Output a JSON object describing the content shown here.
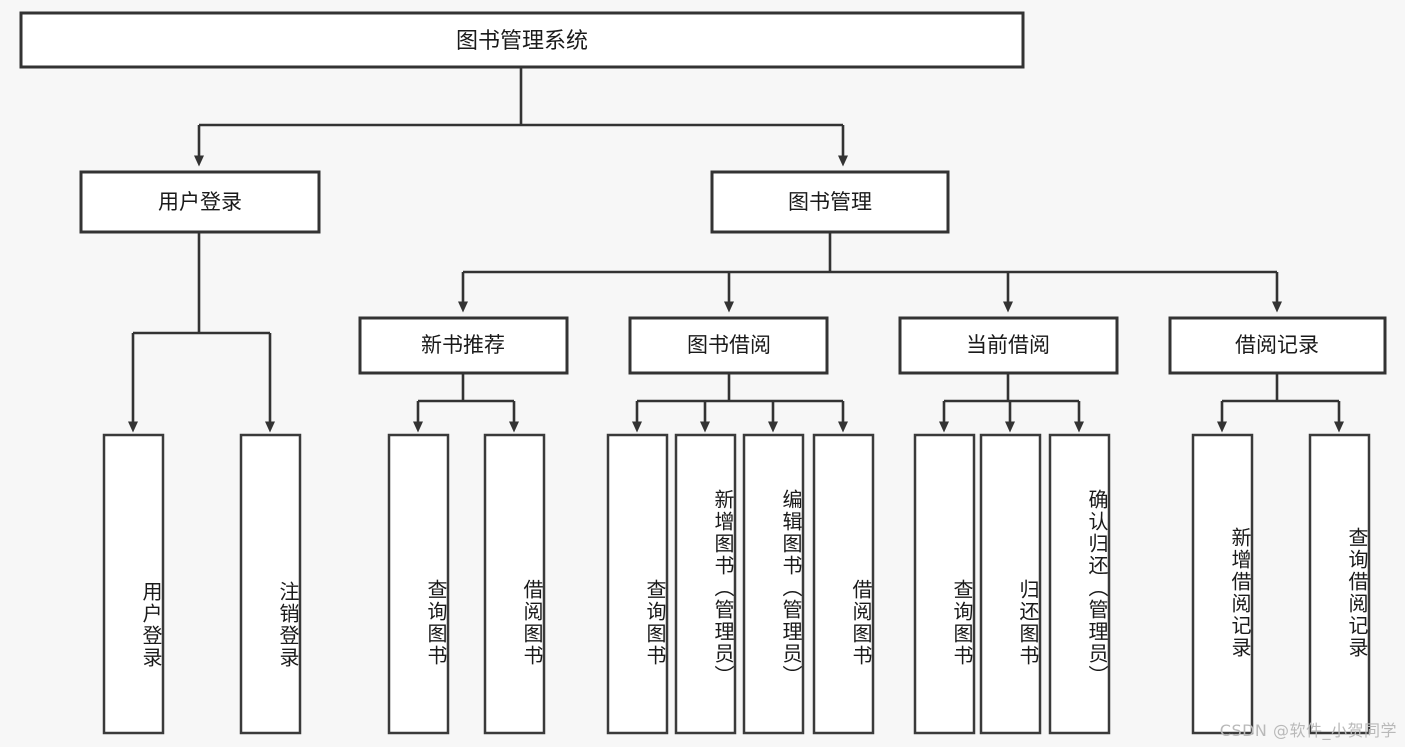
{
  "diagram": {
    "title": "图书管理系统",
    "background_color": "#f7f7f7",
    "box_fill": "#ffffff",
    "box_stroke": "#333333",
    "root": {
      "id": "root",
      "label": "图书管理系统",
      "orientation": "horizontal"
    },
    "level1": [
      {
        "id": "user-login",
        "label": "用户登录",
        "orientation": "horizontal"
      },
      {
        "id": "book-manage",
        "label": "图书管理",
        "orientation": "horizontal"
      }
    ],
    "level2": [
      {
        "id": "new-book-recommend",
        "label": "新书推荐",
        "orientation": "horizontal",
        "parent": "book-manage"
      },
      {
        "id": "book-borrow",
        "label": "图书借阅",
        "orientation": "horizontal",
        "parent": "book-manage"
      },
      {
        "id": "current-borrow",
        "label": "当前借阅",
        "orientation": "horizontal",
        "parent": "book-manage"
      },
      {
        "id": "borrow-record",
        "label": "借阅记录",
        "orientation": "horizontal",
        "parent": "book-manage"
      }
    ],
    "leaves": [
      {
        "id": "leaf-user-login",
        "label": "用户登录",
        "parent": "user-login",
        "orientation": "vertical"
      },
      {
        "id": "leaf-logout-login",
        "label": "注销登录",
        "parent": "user-login",
        "orientation": "vertical"
      },
      {
        "id": "leaf-query-book-1",
        "label": "查询图书",
        "parent": "new-book-recommend",
        "orientation": "vertical"
      },
      {
        "id": "leaf-borrow-book-1",
        "label": "借阅图书",
        "parent": "new-book-recommend",
        "orientation": "vertical"
      },
      {
        "id": "leaf-query-book-2",
        "label": "查询图书",
        "parent": "book-borrow",
        "orientation": "vertical"
      },
      {
        "id": "leaf-add-book",
        "label": "新增图书（管理员）",
        "parent": "book-borrow",
        "orientation": "vertical"
      },
      {
        "id": "leaf-edit-book",
        "label": "编辑图书（管理员）",
        "parent": "book-borrow",
        "orientation": "vertical"
      },
      {
        "id": "leaf-borrow-book-2",
        "label": "借阅图书",
        "parent": "book-borrow",
        "orientation": "vertical"
      },
      {
        "id": "leaf-query-book-3",
        "label": "查询图书",
        "parent": "current-borrow",
        "orientation": "vertical"
      },
      {
        "id": "leaf-return-book",
        "label": "归还图书",
        "parent": "current-borrow",
        "orientation": "vertical"
      },
      {
        "id": "leaf-confirm-return",
        "label": "确认归还（管理员）",
        "parent": "current-borrow",
        "orientation": "vertical"
      },
      {
        "id": "leaf-add-record",
        "label": "新增借阅记录",
        "parent": "borrow-record",
        "orientation": "vertical"
      },
      {
        "id": "leaf-query-record",
        "label": "查询借阅记录",
        "parent": "borrow-record",
        "orientation": "vertical"
      }
    ]
  },
  "watermark": {
    "text": "CSDN @软件_小贺同学"
  }
}
